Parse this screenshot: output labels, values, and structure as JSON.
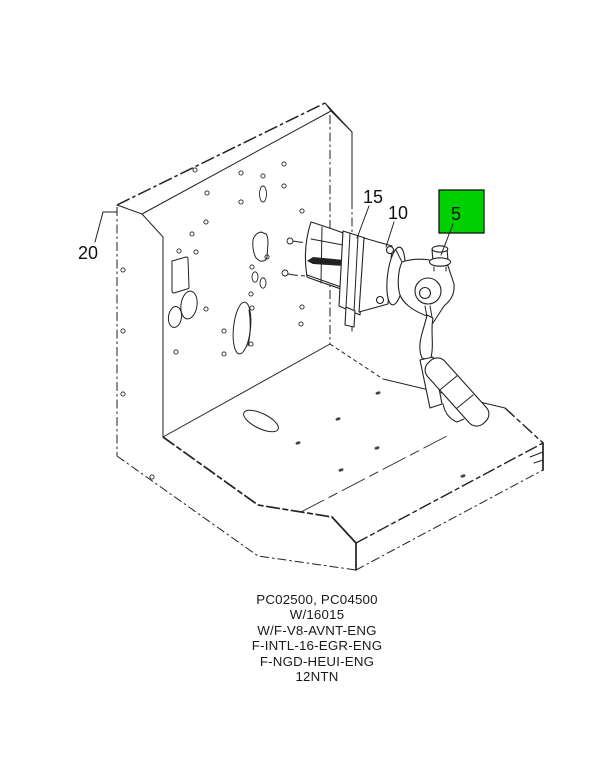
{
  "diagram": {
    "type": "exploded-parts-diagram",
    "background": "#ffffff",
    "line_color": "#222222",
    "highlight_color": "#00cf00",
    "callouts": [
      {
        "label": "20",
        "highlighted": false
      },
      {
        "label": "15",
        "highlighted": false
      },
      {
        "label": "10",
        "highlighted": false
      },
      {
        "label": "5",
        "highlighted": true
      }
    ],
    "caption": {
      "lines": [
        "PC02500, PC04500",
        "W/16015",
        "W/F-V8-AVNT-ENG",
        "F-INTL-16-EGR-ENG",
        "F-NGD-HEUI-ENG",
        "12NTN"
      ]
    }
  }
}
